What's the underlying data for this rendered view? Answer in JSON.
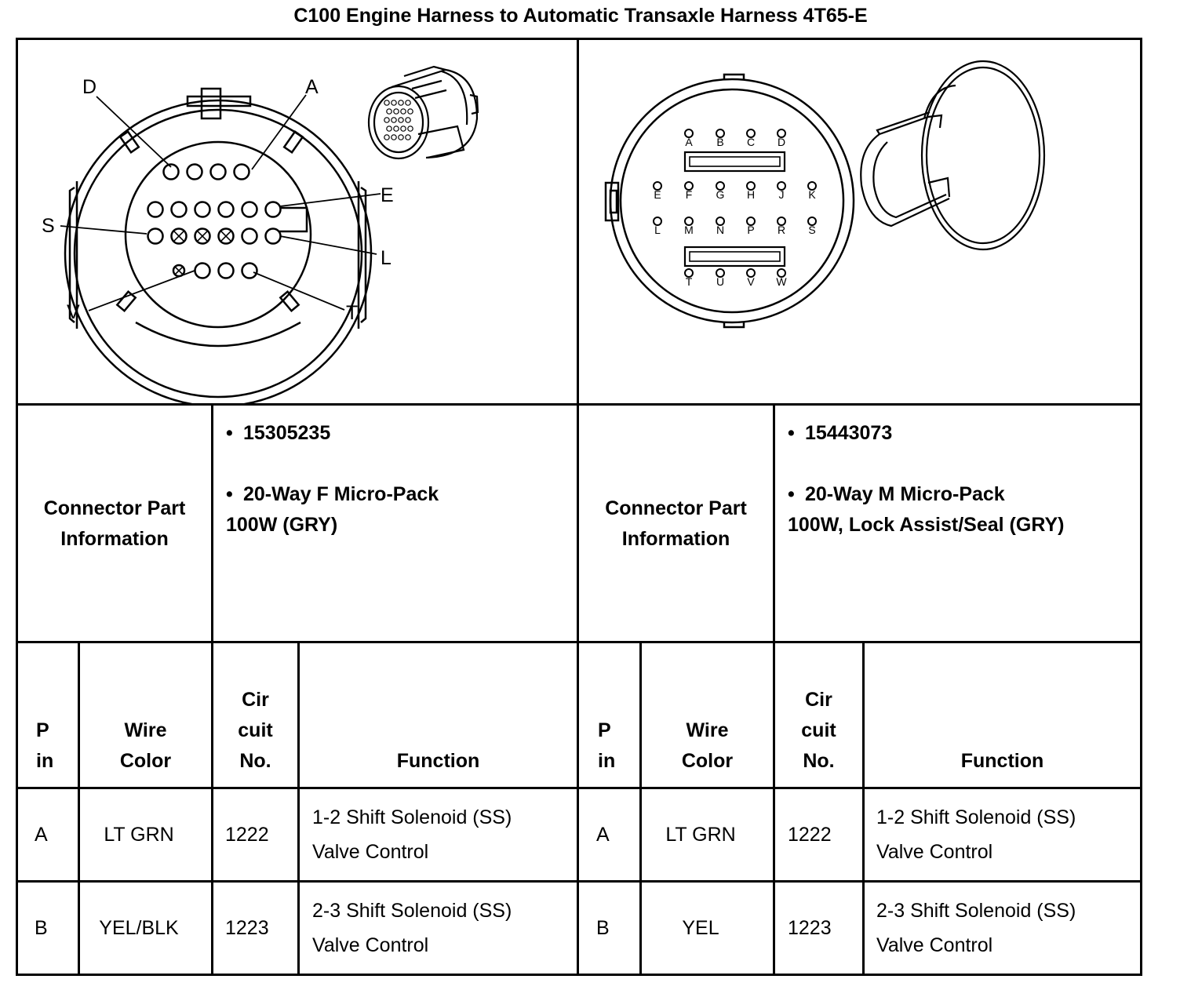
{
  "title": "C100 Engine Harness to Automatic Transaxle Harness 4T65-E",
  "left_connector": {
    "callouts": [
      "D",
      "A",
      "E",
      "S",
      "L",
      "V",
      "T"
    ],
    "info_label": "Connector Part Information",
    "part_number": "15305235",
    "description_line1": "20-Way F Micro-Pack",
    "description_line2": "100W (GRY)"
  },
  "right_connector": {
    "pin_labels": [
      "A",
      "B",
      "C",
      "D",
      "E",
      "F",
      "G",
      "H",
      "J",
      "K",
      "L",
      "M",
      "N",
      "P",
      "R",
      "S",
      "T",
      "U",
      "V",
      "W"
    ],
    "info_label": "Connector Part Information",
    "part_number": "15443073",
    "description_line1": "20-Way M Micro-Pack",
    "description_line2": "100W, Lock Assist/Seal (GRY)"
  },
  "table_headers": {
    "pin": "P in",
    "wire_color": "Wire Color",
    "circuit": "Cir cuit No.",
    "function": "Function"
  },
  "left_rows": [
    {
      "pin": "A",
      "wire_color": "LT GRN",
      "circuit": "1222",
      "function_line1": "1-2 Shift Solenoid (SS)",
      "function_line2": "Valve Control"
    },
    {
      "pin": "B",
      "wire_color": "YEL/BLK",
      "circuit": "1223",
      "function_line1": "2-3 Shift Solenoid (SS)",
      "function_line2": "Valve Control"
    }
  ],
  "right_rows": [
    {
      "pin": "A",
      "wire_color": "LT GRN",
      "circuit": "1222",
      "function_line1": "1-2 Shift Solenoid (SS)",
      "function_line2": "Valve Control"
    },
    {
      "pin": "B",
      "wire_color": "YEL",
      "circuit": "1223",
      "function_line1": "2-3 Shift Solenoid (SS)",
      "function_line2": "Valve Control"
    }
  ]
}
